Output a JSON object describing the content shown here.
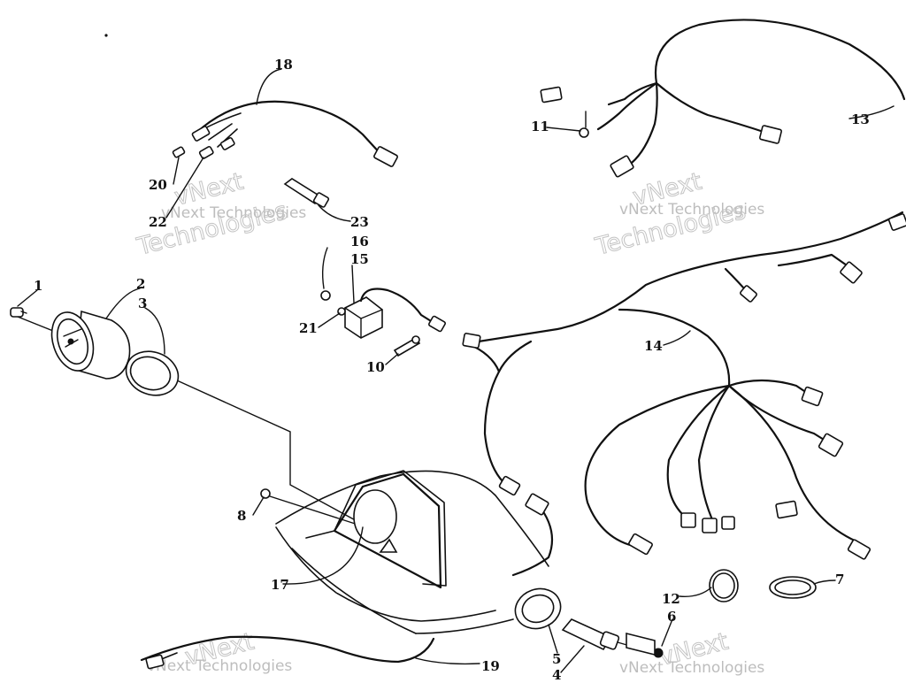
{
  "callouts": [
    {
      "id": "1",
      "label": "1"
    },
    {
      "id": "2",
      "label": "2"
    },
    {
      "id": "3",
      "label": "3"
    },
    {
      "id": "4",
      "label": "4"
    },
    {
      "id": "5",
      "label": "5"
    },
    {
      "id": "6",
      "label": "6"
    },
    {
      "id": "7",
      "label": "7"
    },
    {
      "id": "8",
      "label": "8"
    },
    {
      "id": "10",
      "label": "10"
    },
    {
      "id": "11",
      "label": "11"
    },
    {
      "id": "12",
      "label": "12"
    },
    {
      "id": "13",
      "label": "13"
    },
    {
      "id": "14",
      "label": "14"
    },
    {
      "id": "15",
      "label": "15"
    },
    {
      "id": "16",
      "label": "16"
    },
    {
      "id": "17",
      "label": "17"
    },
    {
      "id": "18",
      "label": "18"
    },
    {
      "id": "19",
      "label": "19"
    },
    {
      "id": "20",
      "label": "20"
    },
    {
      "id": "21",
      "label": "21"
    },
    {
      "id": "22",
      "label": "22"
    },
    {
      "id": "23",
      "label": "23"
    }
  ],
  "watermark": {
    "line1": "vNext Technologies",
    "vnext": "vNext",
    "technologies": "Technologies"
  }
}
